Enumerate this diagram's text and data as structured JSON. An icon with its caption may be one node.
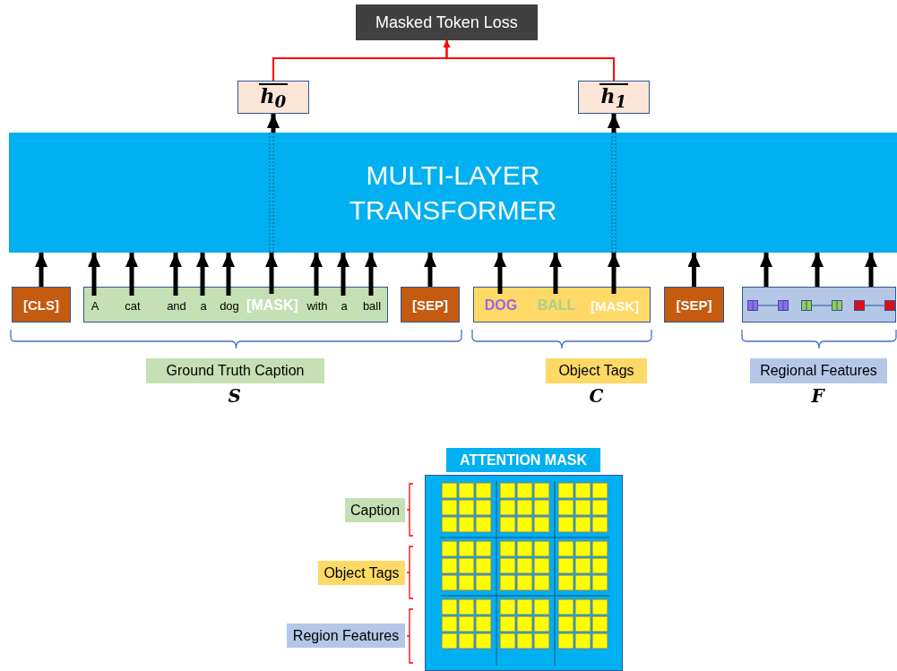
{
  "diagram": {
    "nodes": [
      {
        "text": [
          "Masked Token Loss"
        ]
      },
      {
        "text": [
          "h$_{0}$"
        ]
      },
      {
        "text": [
          "h$_{1}$"
        ]
      },
      {
        "text": [
          "MULTI-LAYER TRANSFORMER"
        ]
      },
      {
        "text": [
          "[CLS]"
        ]
      },
      {
        "text": [],
        "shape": "box"
      },
      {
        "text": [
          "A"
        ],
        "in": 5
      },
      {
        "text": [
          "cat"
        ],
        "in": 5
      },
      {
        "text": [
          "and"
        ],
        "in": 5
      },
      {
        "text": [
          "a"
        ],
        "in": 5
      },
      {
        "text": [
          "dog"
        ],
        "in": 5
      },
      {
        "text": [
          "[MASK]"
        ],
        "in": 5
      },
      {
        "text": [
          "with"
        ],
        "in": 5
      },
      {
        "text": [
          "a"
        ],
        "in": 5
      },
      {
        "text": [
          "ball"
        ],
        "in": 5
      },
      {
        "text": [
          "[SEP]"
        ]
      },
      {
        "text": [],
        "shape": "box"
      },
      {
        "text": [
          "DOG"
        ],
        "in": 16
      },
      {
        "text": [
          "BALL"
        ],
        "in": 16
      },
      {
        "text": [
          "[MASK]"
        ],
        "in": 16
      },
      {
        "text": [
          "[SEP]"
        ]
      },
      {
        "text": [],
        "shape": "box"
      },
      {
        "text": [
          "Ground Truth Caption"
        ],
        "beside": [
          "S"
        ]
      },
      {
        "text": [
          "Object Tags"
        ],
        "beside": [
          "C"
        ]
      },
      {
        "text": [
          "Regional Features"
        ],
        "beside": [
          "F"
        ]
      },
      {
        "text": [
          "ATTENTION MASK"
        ]
      },
      {
        "text": [],
        "shape": "box"
      },
      {
        "text": [
          "Caption"
        ]
      },
      {
        "text": [
          "Object Tags"
        ]
      },
      {
        "text": [
          "Region Features"
        ]
      }
    ],
    "edges": [
      {
        "from": 4,
        "to": 3,
        "arrow": "to"
      },
      {
        "from": 6,
        "to": 3,
        "arrow": "to"
      },
      {
        "from": 7,
        "to": 3,
        "arrow": "to"
      },
      {
        "from": 8,
        "to": 3,
        "arrow": "to"
      },
      {
        "from": 9,
        "to": 3,
        "arrow": "to"
      },
      {
        "from": 10,
        "to": 3,
        "arrow": "to"
      },
      {
        "from": 11,
        "to": 3,
        "arrow": "to"
      },
      {
        "from": 12,
        "to": 3,
        "arrow": "to"
      },
      {
        "from": 13,
        "to": 3,
        "arrow": "to"
      },
      {
        "from": 14,
        "to": 3,
        "arrow": "to"
      },
      {
        "from": 15,
        "to": 3,
        "arrow": "to"
      },
      {
        "from": 17,
        "to": 3,
        "arrow": "to"
      },
      {
        "from": 18,
        "to": 3,
        "arrow": "to"
      },
      {
        "from": 19,
        "to": 3,
        "arrow": "to"
      },
      {
        "from": 20,
        "to": 3,
        "arrow": "to"
      },
      {
        "from": 21,
        "to": 3,
        "arrow": "to"
      },
      {
        "from": 21,
        "to": 3,
        "arrow": "to"
      },
      {
        "from": 21,
        "to": 3,
        "arrow": "to"
      },
      {
        "from": 3,
        "to": 1,
        "arrow": "to"
      },
      {
        "from": 3,
        "to": 2,
        "arrow": "to"
      },
      {
        "from": 1,
        "to": 0,
        "arrow": "to",
        "color": "#ff0000"
      },
      {
        "from": 2,
        "to": 0,
        "arrow": "to",
        "color": "#ff0000"
      }
    ]
  }
}
